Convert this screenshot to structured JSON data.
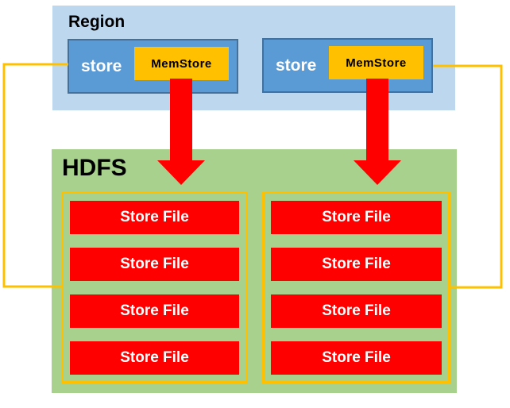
{
  "diagram": {
    "region": {
      "label": "Region",
      "stores": [
        {
          "label": "store",
          "memstore_label": "MemStore"
        },
        {
          "label": "store",
          "memstore_label": "MemStore"
        }
      ]
    },
    "hdfs": {
      "label": "HDFS",
      "columns": [
        {
          "files": [
            "Store File",
            "Store File",
            "Store File",
            "Store File"
          ]
        },
        {
          "files": [
            "Store File",
            "Store File",
            "Store File",
            "Store File"
          ]
        }
      ]
    },
    "icons": {
      "flush_arrows": [
        "red-down-arrow",
        "red-down-arrow"
      ],
      "connectors": [
        "store-to-files-left-line",
        "store-to-files-right-line"
      ]
    },
    "colors": {
      "region_bg": "#BDD7EE",
      "store_bg": "#5B9BD5",
      "store_border": "#41719C",
      "memstore_bg": "#FFC000",
      "hdfs_bg": "#A9D18E",
      "file_bg": "#FF0000",
      "arrow": "#FF0000",
      "connector": "#FFC000"
    }
  }
}
